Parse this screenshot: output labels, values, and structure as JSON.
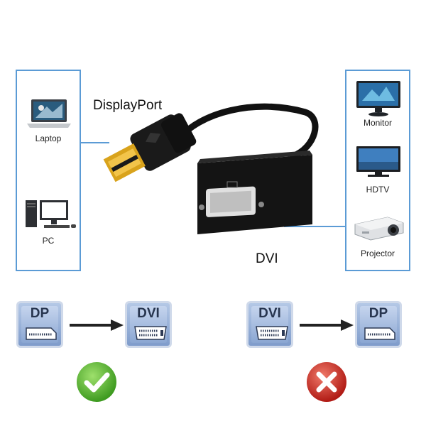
{
  "devices_left": [
    {
      "label": "Laptop",
      "icon": "laptop-icon"
    },
    {
      "label": "PC",
      "icon": "desktop-pc-icon"
    }
  ],
  "devices_right": [
    {
      "label": "Monitor",
      "icon": "monitor-icon"
    },
    {
      "label": "HDTV",
      "icon": "hdtv-icon"
    },
    {
      "label": "Projector",
      "icon": "projector-icon"
    }
  ],
  "cable": {
    "input_label": "DisplayPort",
    "output_label": "DVI"
  },
  "compatibility": [
    {
      "from": "DP",
      "to": "DVI",
      "supported": true,
      "status_icon": "check-icon"
    },
    {
      "from": "DVI",
      "to": "DP",
      "supported": false,
      "status_icon": "cross-icon"
    }
  ],
  "colors": {
    "panel_border": "#5b9bd5",
    "check_green": "#5cb82e",
    "cross_red": "#c8241f",
    "badge_blue": "#8aa6d2"
  }
}
